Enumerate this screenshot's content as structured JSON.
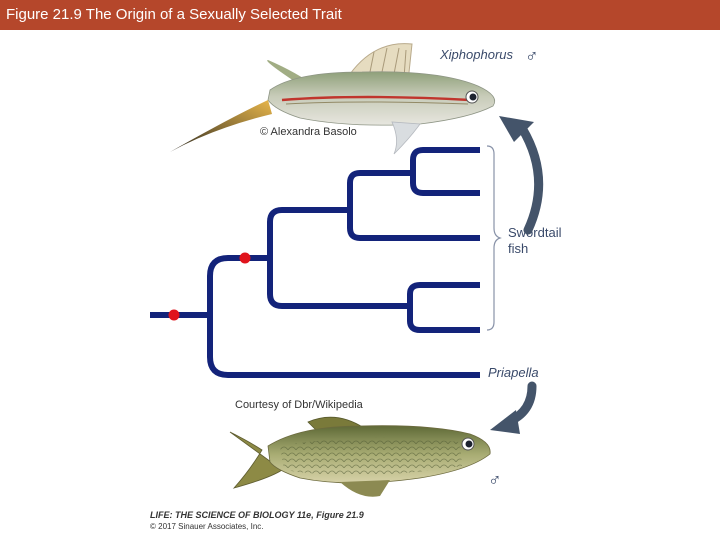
{
  "header": {
    "title": "Figure 21.9  The Origin of a Sexually Selected Trait"
  },
  "figure": {
    "top_species": "Xiphophorus",
    "top_sex_symbol": "♂",
    "top_photo_credit": "© Alexandra Basolo",
    "bracket_label_line1": "Swordtail",
    "bracket_label_line2": "fish",
    "bottom_species": "Priapella",
    "bottom_photo_credit": "Courtesy of Dbr/Wikipedia",
    "bottom_sex_symbol": "♂",
    "book_credit_line1": "LIFE: THE SCIENCE OF BIOLOGY 11e, Figure 21.9",
    "book_credit_line2": "© 2017 Sinauer Associates, Inc."
  },
  "colors": {
    "header_bg": "#b5472b",
    "tree": "#13237a",
    "marker": "#e0141c",
    "arrow": "#44546a"
  }
}
